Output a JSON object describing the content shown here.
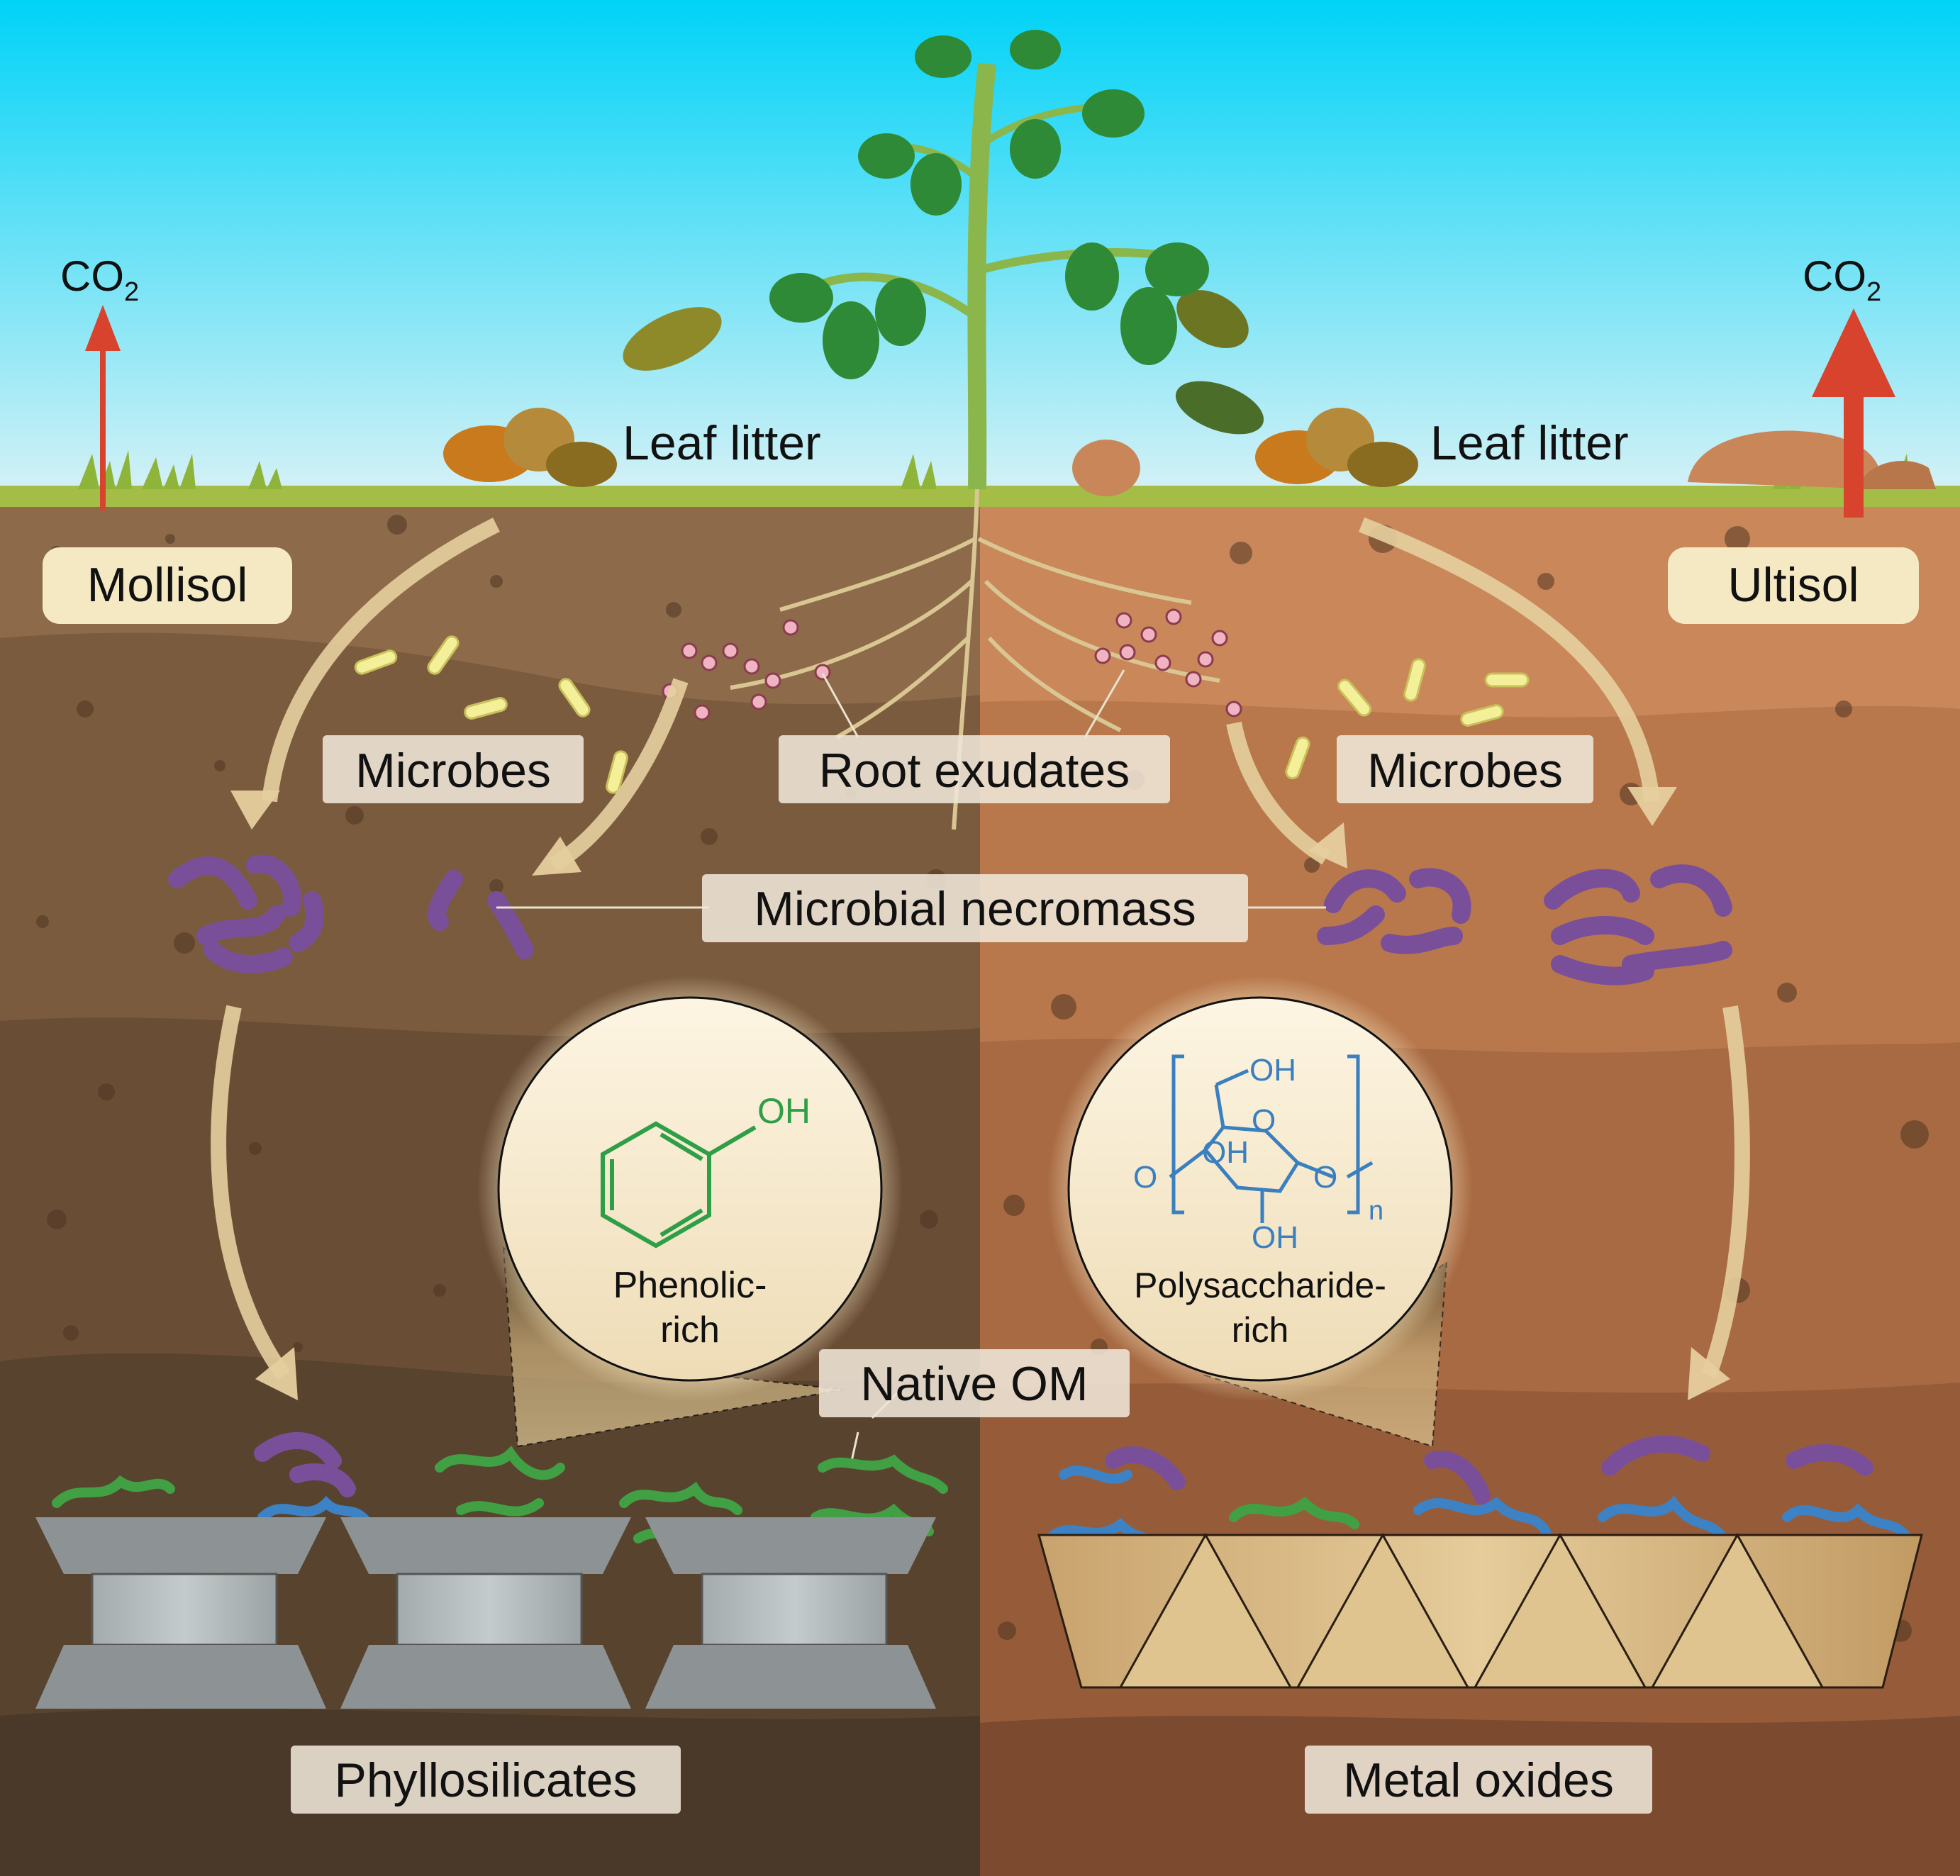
{
  "labels": {
    "co2_left": "CO",
    "co2_left_sub": "2",
    "co2_right": "CO",
    "co2_right_sub": "2",
    "leaf_litter_left": "Leaf litter",
    "leaf_litter_right": "Leaf litter",
    "mollisol": "Mollisol",
    "ultisol": "Ultisol",
    "microbes_left": "Microbes",
    "microbes_right": "Microbes",
    "root_exudates": "Root exudates",
    "microbial_necromass": "Microbial necromass",
    "native_om": "Native OM",
    "phyllosilicates": "Phyllosilicates",
    "metal_oxides": "Metal oxides"
  },
  "phenolic": {
    "oh": "OH",
    "caption_line1": "Phenolic-",
    "caption_line2": "rich"
  },
  "polysaccharide": {
    "oh_top": "OH",
    "oh_mid": "OH",
    "oh_bottom": "OH",
    "o_left": "O",
    "o_ring": "O",
    "o_right": "O",
    "subscript_n": "n",
    "caption_line1": "Polysaccharide-",
    "caption_line2": "rich"
  },
  "colors": {
    "sky_top": "#00d3f7",
    "sky_bottom": "#d6f1f6",
    "grass": "#a4bd47",
    "mollisol_soil": "#7b5a3e",
    "ultisol_soil": "#b57449",
    "necromass": "#7a4f9a",
    "phenolic_chain": "#41a043",
    "polysaccharide_chain": "#3c82c5",
    "co2_arrow": "#d8432e",
    "phenol_structure": "#2e9e47",
    "sugar_structure": "#3a7fbf"
  }
}
